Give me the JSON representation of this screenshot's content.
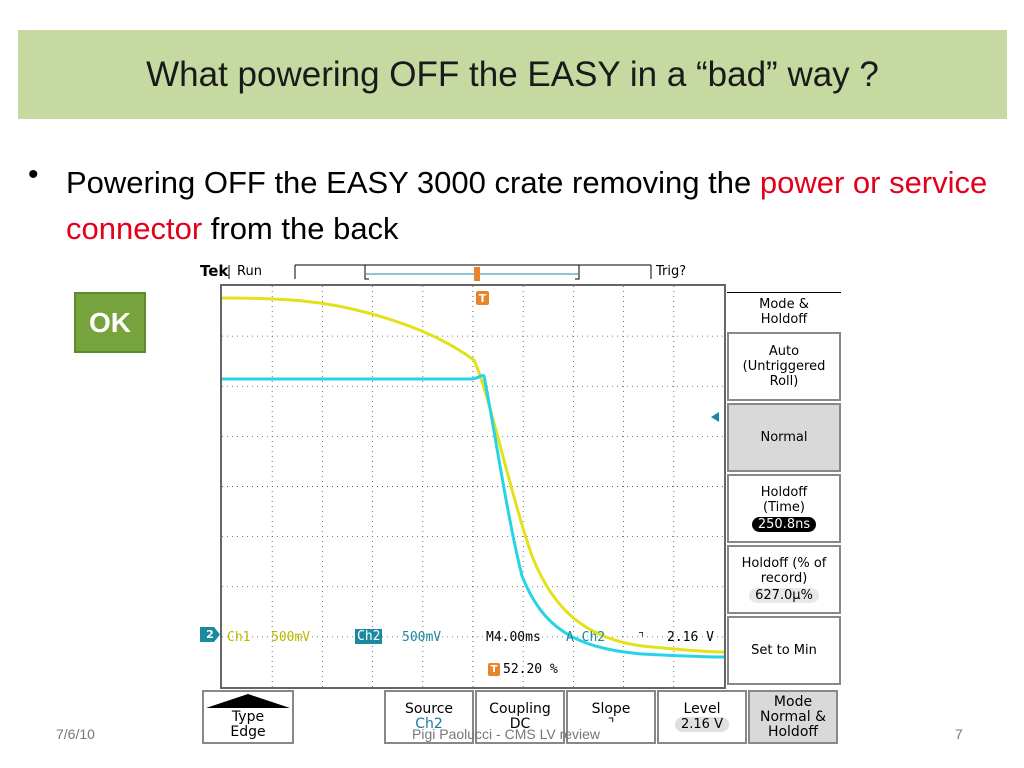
{
  "slide": {
    "title": "What powering OFF the EASY in a “bad” way ?",
    "bullet_part1": "Powering OFF the EASY 3000 crate removing the ",
    "bullet_red": "power or service connector",
    "bullet_part3": " from the back",
    "ok_label": "OK",
    "footer_date": "7/6/10",
    "footer_author": "Pigi Paolucci - CMS LV review",
    "footer_page": "7"
  },
  "scope": {
    "brand": "Tek",
    "run_state": "Run",
    "trig_status": "Trig?",
    "trigger_marker": "T",
    "channel_marker": "2",
    "ch1_label": "Ch1",
    "ch1_scale": "500mV",
    "ch2_label": "Ch2",
    "ch2_scale": "500mV",
    "timebase": "M4.00ms",
    "trigger_info": "A  Ch2",
    "slope_symbol": "⌝",
    "trigger_level": "2.16 V",
    "trigger_position": "52.20 %",
    "colors": {
      "ch1": "#e2e21a",
      "ch2": "#27d3e6",
      "trigger_orange": "#e8852a",
      "grid": "#555555"
    }
  },
  "side_menu": {
    "header": "Mode & Holdoff",
    "auto_label": "Auto (Untriggered Roll)",
    "normal_label": "Normal",
    "holdoff_time_label": "Holdoff (Time)",
    "holdoff_time_value": "250.8ns",
    "holdoff_record_label": "Holdoff (% of record)",
    "holdoff_record_value": "627.0µ%",
    "set_min_label": "Set to Min"
  },
  "bottom_menu": {
    "type_label": "Type",
    "type_value": "Edge",
    "source_label": "Source",
    "source_value": "Ch2",
    "coupling_label": "Coupling",
    "coupling_value": "DC",
    "slope_label": "Slope",
    "slope_value": "⌝",
    "level_label": "Level",
    "level_value": "2.16 V",
    "mode_label": "Mode",
    "mode_value": "Normal & Holdoff"
  }
}
